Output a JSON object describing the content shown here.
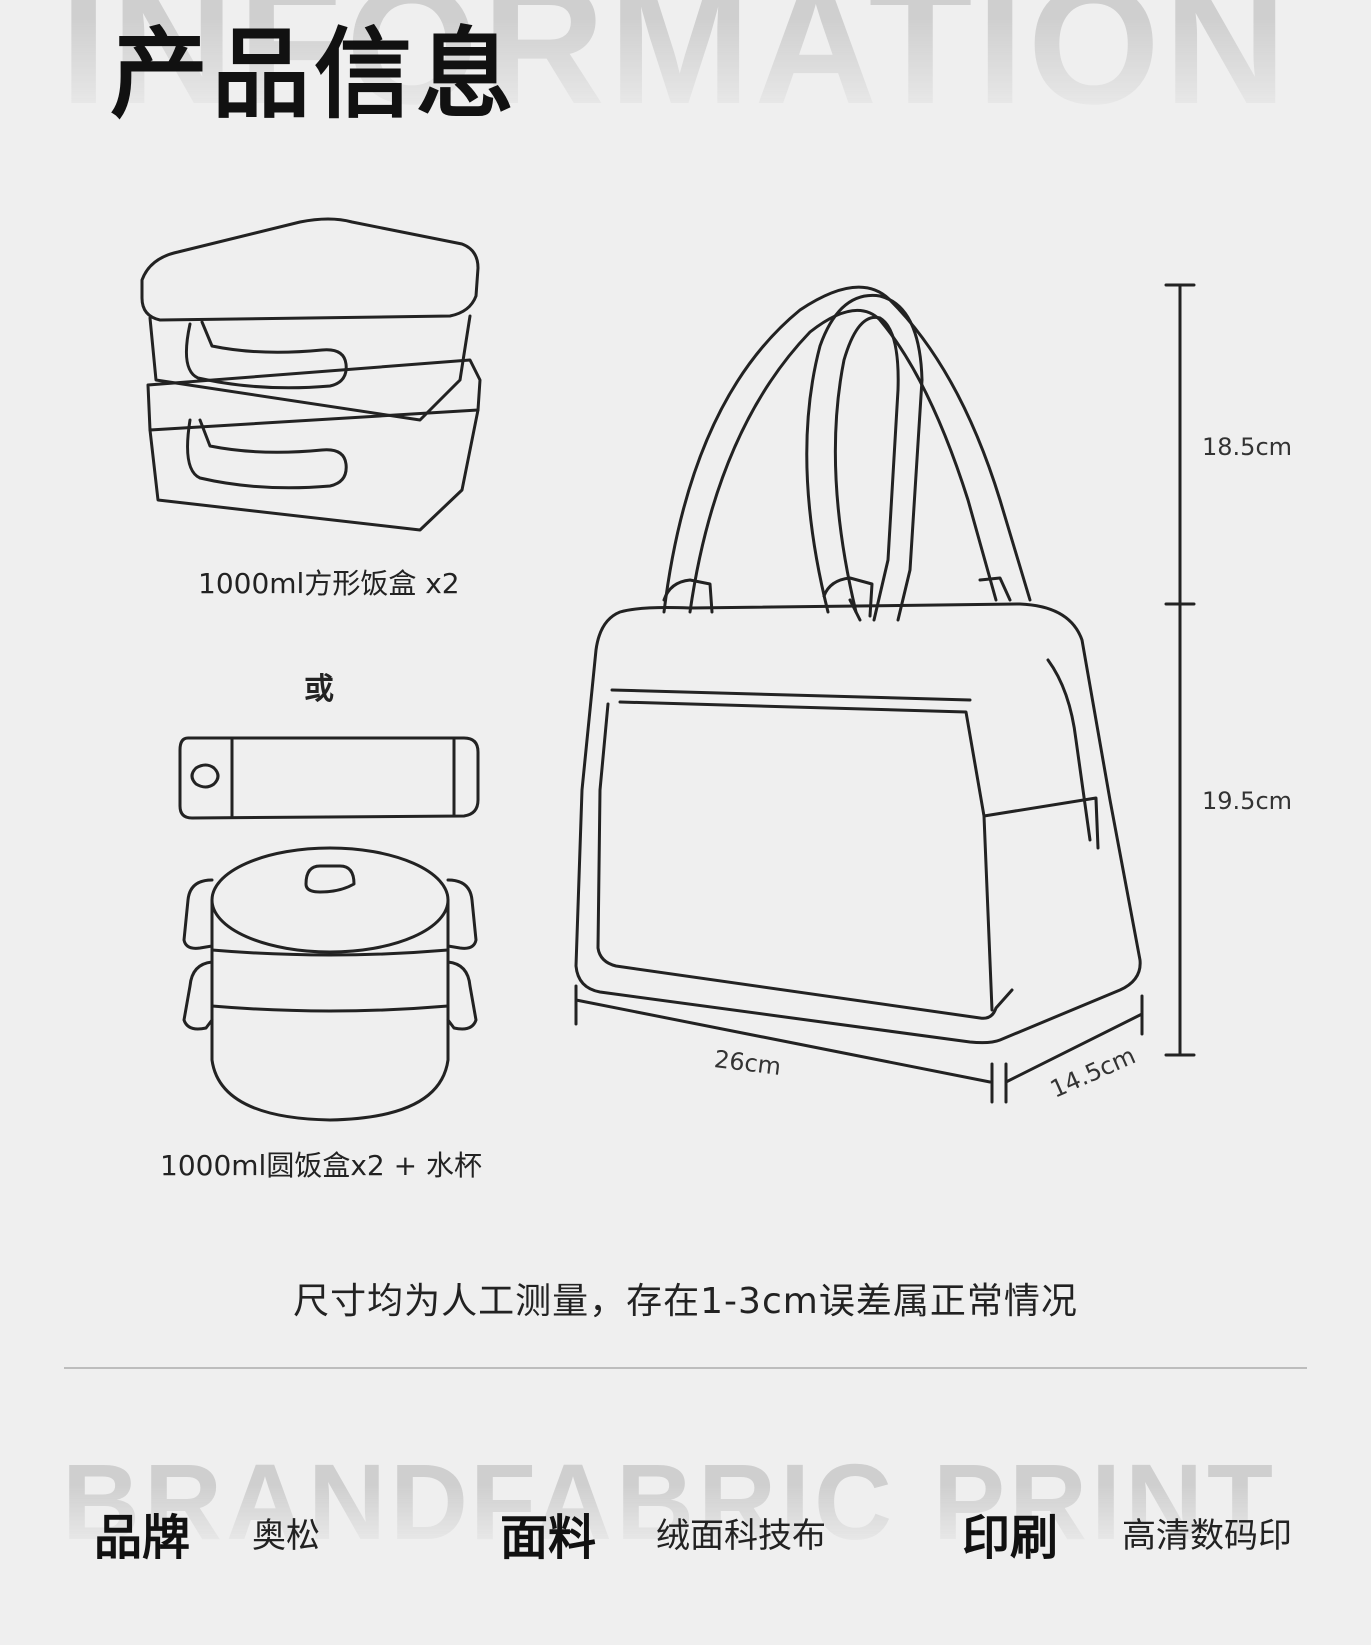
{
  "header": {
    "watermark": "INFORMATION",
    "title": "产品信息"
  },
  "contents": {
    "option_a_caption": "1000ml方形饭盒 x2",
    "or_label": "或",
    "option_b_caption": "1000ml圆饭盒x2 + 水杯"
  },
  "dimensions": {
    "handle_height": "18.5cm",
    "body_height": "19.5cm",
    "width": "26cm",
    "depth": "14.5cm"
  },
  "note": "尺寸均为人工测量，存在1-3cm误差属正常情况",
  "specs": [
    {
      "watermark": "BRAND",
      "label": "品牌",
      "value": "奥松"
    },
    {
      "watermark": "FABRIC",
      "label": "面料",
      "value": "绒面科技布"
    },
    {
      "watermark": "PRINT",
      "label": "印刷",
      "value": "高清数码印"
    }
  ]
}
